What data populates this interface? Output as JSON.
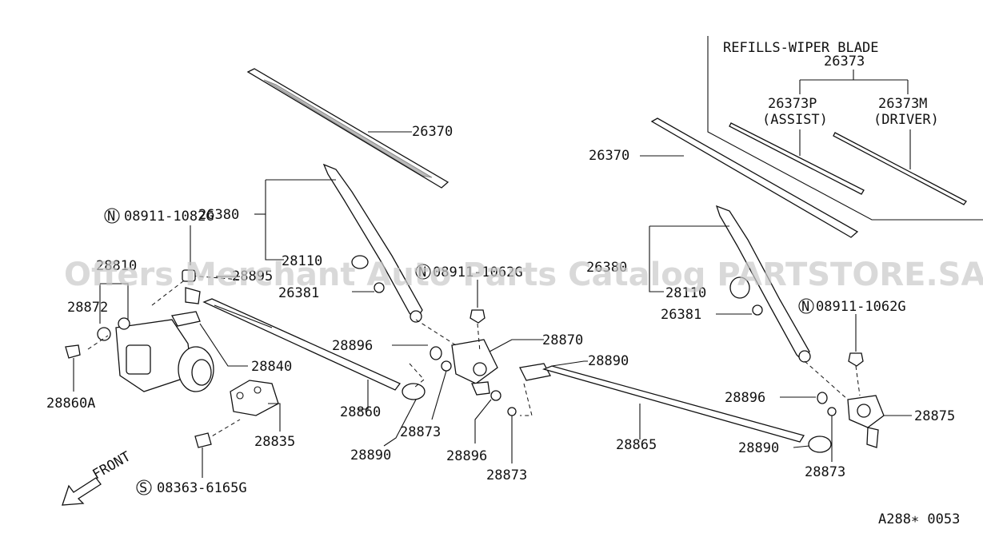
{
  "labels": {
    "refills_title": "REFILLS-WIPER BLADE",
    "refills_code": "26373",
    "refill_assist_code": "26373P",
    "refill_assist_note": "(ASSIST)",
    "refill_driver_code": "26373M",
    "refill_driver_note": "(DRIVER)",
    "blade_left": "26370",
    "blade_right": "26370",
    "arm_left": "26380",
    "arm_right": "26380",
    "cap_left": "28110",
    "cap_right": "28110",
    "nut_left": "26381",
    "nut_right": "26381",
    "n_bolt_motor": "08911-1082G",
    "n_nut_center": "08911-1062G",
    "n_nut_right": "08911-1062G",
    "s_screw": "08363-6165G",
    "motor": "28810",
    "bracket_hole": "28895",
    "seal_set": "28872",
    "link_main": "28840",
    "bolt_motor": "28860A",
    "bracket": "28835",
    "link_left": "28860",
    "bush_left": "28890",
    "bush_center": "28890",
    "bush_right": "28890",
    "washer_a": "28896",
    "washer_b": "28896",
    "washer_c": "28896",
    "spacer_a": "28873",
    "spacer_b": "28873",
    "spacer_c": "28873",
    "pivot_left": "28870",
    "pivot_right": "28875",
    "link_right": "28865",
    "front": "FRONT",
    "figure_code": "A288∗ 0053",
    "watermark": "Offers Merchant Auto Parts Catalog PARTSTORE.SA"
  },
  "symbols": {
    "n": "N",
    "s": "S"
  }
}
